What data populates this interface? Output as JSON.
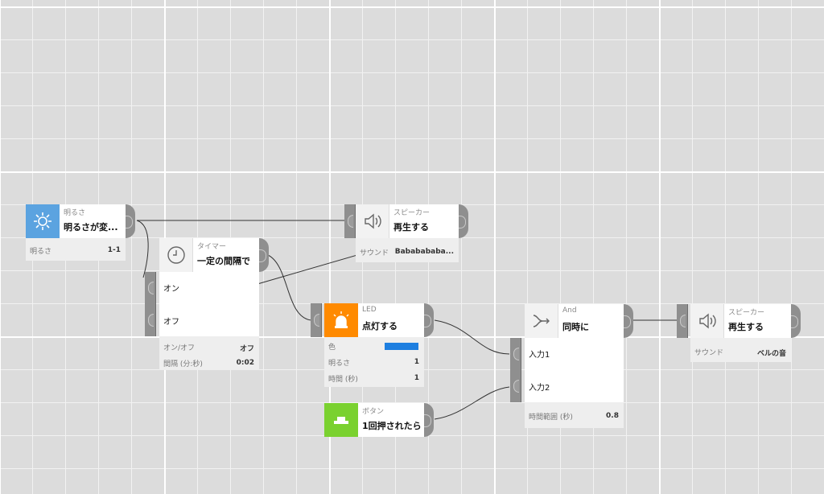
{
  "colors": {
    "brightness_icon": "#5ba3e0",
    "led_icon": "#ff8a00",
    "button_icon": "#7ad12f",
    "plain_icon": "#f2f2f2",
    "led_color": "#1e7fe0",
    "wire": "#333333"
  },
  "blocks": {
    "brightness": {
      "icon": "sun-icon",
      "kind": "明るさ",
      "action": "明るさが変...",
      "props": [
        {
          "label": "明るさ",
          "value": "1-1"
        }
      ]
    },
    "speaker1": {
      "icon": "speaker-icon",
      "kind": "スピーカー",
      "action": "再生する",
      "props": [
        {
          "label": "サウンド",
          "value": "Babababab​a..."
        }
      ]
    },
    "timer": {
      "icon": "clock-icon",
      "kind": "タイマー",
      "action": "一定の間隔で",
      "inputs": [
        "オン",
        "オフ"
      ],
      "props": [
        {
          "label": "オン/オフ",
          "value": "オフ"
        },
        {
          "label": "間隔 (分:秒)",
          "value": "0:02"
        }
      ]
    },
    "led": {
      "icon": "siren-icon",
      "kind": "LED",
      "action": "点灯する",
      "props": [
        {
          "label": "色",
          "value": ""
        },
        {
          "label": "明るさ",
          "value": "1"
        },
        {
          "label": "時間 (秒)",
          "value": "1"
        }
      ]
    },
    "button": {
      "icon": "push-button-icon",
      "kind": "ボタン",
      "action": "1回押されたら"
    },
    "and": {
      "icon": "merge-arrow-icon",
      "kind": "And",
      "action": "同時に",
      "inputs": [
        "入力1",
        "入力2"
      ],
      "props": [
        {
          "label": "時間範囲 (秒)",
          "value": "0.8"
        }
      ]
    },
    "speaker2": {
      "icon": "speaker-icon",
      "kind": "スピーカー",
      "action": "再生する",
      "props": [
        {
          "label": "サウンド",
          "value": "ベルの音"
        }
      ]
    }
  }
}
